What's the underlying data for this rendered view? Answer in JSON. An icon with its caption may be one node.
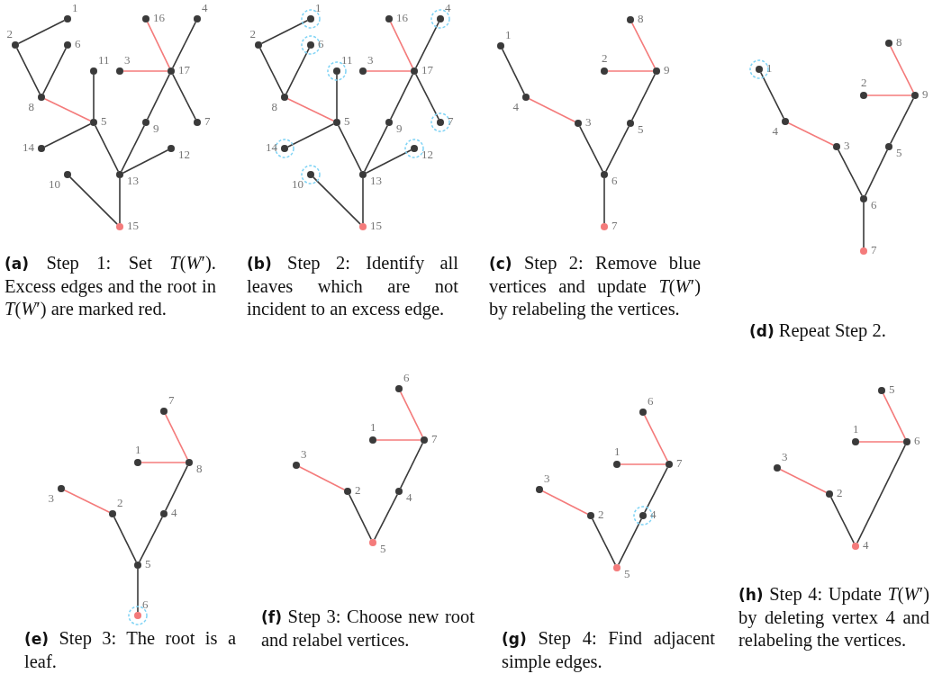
{
  "diagram": {
    "nodes": [
      {
        "text": [],
        "shape": "circle",
        "beside": [
          "1"
        ]
      },
      {
        "text": [],
        "shape": "circle",
        "beside": [
          "2"
        ]
      },
      {
        "text": [],
        "shape": "circle",
        "beside": [
          "3"
        ]
      },
      {
        "text": [],
        "shape": "circle",
        "beside": [
          "4"
        ]
      },
      {
        "text": [],
        "shape": "circle",
        "beside": [
          "5"
        ]
      },
      {
        "text": [],
        "shape": "circle",
        "beside": [
          "6"
        ]
      },
      {
        "text": [],
        "shape": "circle",
        "beside": [
          "7"
        ]
      },
      {
        "text": [],
        "shape": "circle",
        "beside": [
          "8"
        ]
      },
      {
        "text": [],
        "shape": "circle",
        "beside": [
          "9"
        ]
      },
      {
        "text": [],
        "shape": "circle",
        "beside": [
          "10"
        ]
      },
      {
        "text": [],
        "shape": "circle",
        "beside": [
          "11"
        ]
      },
      {
        "text": [],
        "shape": "circle",
        "beside": [
          "12"
        ]
      },
      {
        "text": [],
        "shape": "circle",
        "beside": [
          "13"
        ]
      },
      {
        "text": [],
        "shape": "circle",
        "beside": [
          "14"
        ]
      },
      {
        "text": [],
        "shape": "circle",
        "beside": [
          "15"
        ]
      },
      {
        "text": [],
        "shape": "circle",
        "beside": [
          "16"
        ]
      },
      {
        "text": [],
        "shape": "circle",
        "beside": [
          "17"
        ]
      },
      {
        "text": [],
        "shape": "circle",
        "beside": [
          "1"
        ]
      },
      {
        "text": [],
        "shape": "circle",
        "beside": [
          "2"
        ]
      },
      {
        "text": [],
        "shape": "circle",
        "beside": [
          "3"
        ]
      },
      {
        "text": [],
        "shape": "circle",
        "beside": [
          "4"
        ]
      },
      {
        "text": [],
        "shape": "circle",
        "beside": [
          "5"
        ]
      },
      {
        "text": [],
        "shape": "circle",
        "beside": [
          "6"
        ]
      },
      {
        "text": [],
        "shape": "circle",
        "beside": [
          "7"
        ]
      },
      {
        "text": [],
        "shape": "circle",
        "beside": [
          "8"
        ]
      },
      {
        "text": [],
        "shape": "circle",
        "beside": [
          "9"
        ]
      },
      {
        "text": [],
        "shape": "circle",
        "beside": [
          "10"
        ]
      },
      {
        "text": [],
        "shape": "circle",
        "beside": [
          "11"
        ]
      },
      {
        "text": [],
        "shape": "circle",
        "beside": [
          "12"
        ]
      },
      {
        "text": [],
        "shape": "circle",
        "beside": [
          "13"
        ]
      },
      {
        "text": [],
        "shape": "circle",
        "beside": [
          "14"
        ]
      },
      {
        "text": [],
        "shape": "circle",
        "beside": [
          "15"
        ]
      },
      {
        "text": [],
        "shape": "circle",
        "beside": [
          "16"
        ]
      },
      {
        "text": [],
        "shape": "circle",
        "beside": [
          "17"
        ]
      },
      {
        "text": [],
        "shape": "circle",
        "beside": [
          "1"
        ]
      },
      {
        "text": [],
        "shape": "circle",
        "beside": [
          "2"
        ]
      },
      {
        "text": [],
        "shape": "circle",
        "beside": [
          "3"
        ]
      },
      {
        "text": [],
        "shape": "circle",
        "beside": [
          "4"
        ]
      },
      {
        "text": [],
        "shape": "circle",
        "beside": [
          "5"
        ]
      },
      {
        "text": [],
        "shape": "circle",
        "beside": [
          "6"
        ]
      },
      {
        "text": [],
        "shape": "circle",
        "beside": [
          "7"
        ]
      },
      {
        "text": [],
        "shape": "circle",
        "beside": [
          "8"
        ]
      },
      {
        "text": [],
        "shape": "circle",
        "beside": [
          "9"
        ]
      },
      {
        "text": [],
        "shape": "circle",
        "beside": [
          "1"
        ]
      },
      {
        "text": [],
        "shape": "circle",
        "beside": [
          "2"
        ]
      },
      {
        "text": [],
        "shape": "circle",
        "beside": [
          "3"
        ]
      },
      {
        "text": [],
        "shape": "circle",
        "beside": [
          "4"
        ]
      },
      {
        "text": [],
        "shape": "circle",
        "beside": [
          "5"
        ]
      },
      {
        "text": [],
        "shape": "circle",
        "beside": [
          "6"
        ]
      },
      {
        "text": [],
        "shape": "circle",
        "beside": [
          "7"
        ]
      },
      {
        "text": [],
        "shape": "circle",
        "beside": [
          "8"
        ]
      },
      {
        "text": [],
        "shape": "circle",
        "beside": [
          "9"
        ]
      },
      {
        "text": [],
        "shape": "circle",
        "beside": [
          "1"
        ]
      },
      {
        "text": [],
        "shape": "circle",
        "beside": [
          "2"
        ]
      },
      {
        "text": [],
        "shape": "circle",
        "beside": [
          "3"
        ]
      },
      {
        "text": [],
        "shape": "circle",
        "beside": [
          "4"
        ]
      },
      {
        "text": [],
        "shape": "circle",
        "beside": [
          "5"
        ]
      },
      {
        "text": [],
        "shape": "circle",
        "beside": [
          "6"
        ]
      },
      {
        "text": [],
        "shape": "circle",
        "beside": [
          "7"
        ]
      },
      {
        "text": [],
        "shape": "circle",
        "beside": [
          "8"
        ]
      },
      {
        "text": [],
        "shape": "circle",
        "beside": [
          "1"
        ]
      },
      {
        "text": [],
        "shape": "circle",
        "beside": [
          "2"
        ]
      },
      {
        "text": [],
        "shape": "circle",
        "beside": [
          "3"
        ]
      },
      {
        "text": [],
        "shape": "circle",
        "beside": [
          "4"
        ]
      },
      {
        "text": [],
        "shape": "circle",
        "beside": [
          "5"
        ]
      },
      {
        "text": [],
        "shape": "circle",
        "beside": [
          "6"
        ]
      },
      {
        "text": [],
        "shape": "circle",
        "beside": [
          "7"
        ]
      },
      {
        "text": [],
        "shape": "circle",
        "beside": [
          "1"
        ]
      },
      {
        "text": [],
        "shape": "circle",
        "beside": [
          "2"
        ]
      },
      {
        "text": [],
        "shape": "circle",
        "beside": [
          "3"
        ]
      },
      {
        "text": [],
        "shape": "circle",
        "beside": [
          "4"
        ]
      },
      {
        "text": [],
        "shape": "circle",
        "beside": [
          "5"
        ]
      },
      {
        "text": [],
        "shape": "circle",
        "beside": [
          "6"
        ]
      },
      {
        "text": [],
        "shape": "circle",
        "beside": [
          "7"
        ]
      },
      {
        "text": [],
        "shape": "circle",
        "beside": [
          "1"
        ]
      },
      {
        "text": [],
        "shape": "circle",
        "beside": [
          "2"
        ]
      },
      {
        "text": [],
        "shape": "circle",
        "beside": [
          "3"
        ]
      },
      {
        "text": [],
        "shape": "circle",
        "beside": [
          "4"
        ]
      },
      {
        "text": [],
        "shape": "circle",
        "beside": [
          "5"
        ]
      },
      {
        "text": [],
        "shape": "circle",
        "beside": [
          "6"
        ]
      }
    ],
    "edges": [
      {
        "from": 0,
        "to": 1,
        "arrow": "none"
      },
      {
        "from": 1,
        "to": 7,
        "arrow": "none"
      },
      {
        "from": 7,
        "to": 5,
        "arrow": "none"
      },
      {
        "from": 7,
        "to": 4,
        "arrow": "none",
        "color": "#f47b7b"
      },
      {
        "from": 10,
        "to": 4,
        "arrow": "none"
      },
      {
        "from": 4,
        "to": 13,
        "arrow": "none"
      },
      {
        "from": 4,
        "to": 12,
        "arrow": "none"
      },
      {
        "from": 12,
        "to": 8,
        "arrow": "none"
      },
      {
        "from": 8,
        "to": 16,
        "arrow": "none"
      },
      {
        "from": 16,
        "to": 3,
        "arrow": "none"
      },
      {
        "from": 16,
        "to": 6,
        "arrow": "none"
      },
      {
        "from": 16,
        "to": 15,
        "arrow": "none",
        "color": "#f47b7b"
      },
      {
        "from": 16,
        "to": 2,
        "arrow": "none",
        "color": "#f47b7b"
      },
      {
        "from": 12,
        "to": 11,
        "arrow": "none"
      },
      {
        "from": 12,
        "to": 14,
        "arrow": "none"
      },
      {
        "from": 9,
        "to": 14,
        "arrow": "none"
      },
      {
        "from": 17,
        "to": 18,
        "arrow": "none"
      },
      {
        "from": 18,
        "to": 24,
        "arrow": "none"
      },
      {
        "from": 24,
        "to": 22,
        "arrow": "none"
      },
      {
        "from": 24,
        "to": 21,
        "arrow": "none",
        "color": "#f47b7b"
      },
      {
        "from": 27,
        "to": 21,
        "arrow": "none"
      },
      {
        "from": 21,
        "to": 30,
        "arrow": "none"
      },
      {
        "from": 21,
        "to": 29,
        "arrow": "none"
      },
      {
        "from": 29,
        "to": 25,
        "arrow": "none"
      },
      {
        "from": 25,
        "to": 33,
        "arrow": "none"
      },
      {
        "from": 33,
        "to": 20,
        "arrow": "none"
      },
      {
        "from": 33,
        "to": 23,
        "arrow": "none"
      },
      {
        "from": 33,
        "to": 32,
        "arrow": "none",
        "color": "#f47b7b"
      },
      {
        "from": 33,
        "to": 19,
        "arrow": "none",
        "color": "#f47b7b"
      },
      {
        "from": 29,
        "to": 28,
        "arrow": "none"
      },
      {
        "from": 29,
        "to": 31,
        "arrow": "none"
      },
      {
        "from": 26,
        "to": 31,
        "arrow": "none"
      },
      {
        "from": 34,
        "to": 37,
        "arrow": "none"
      },
      {
        "from": 37,
        "to": 36,
        "arrow": "none",
        "color": "#f47b7b"
      },
      {
        "from": 36,
        "to": 39,
        "arrow": "none"
      },
      {
        "from": 39,
        "to": 38,
        "arrow": "none"
      },
      {
        "from": 38,
        "to": 42,
        "arrow": "none"
      },
      {
        "from": 42,
        "to": 35,
        "arrow": "none",
        "color": "#f47b7b"
      },
      {
        "from": 42,
        "to": 41,
        "arrow": "none",
        "color": "#f47b7b"
      },
      {
        "from": 39,
        "to": 40,
        "arrow": "none"
      },
      {
        "from": 43,
        "to": 46,
        "arrow": "none"
      },
      {
        "from": 46,
        "to": 45,
        "arrow": "none",
        "color": "#f47b7b"
      },
      {
        "from": 45,
        "to": 48,
        "arrow": "none"
      },
      {
        "from": 48,
        "to": 47,
        "arrow": "none"
      },
      {
        "from": 47,
        "to": 51,
        "arrow": "none"
      },
      {
        "from": 51,
        "to": 44,
        "arrow": "none",
        "color": "#f47b7b"
      },
      {
        "from": 51,
        "to": 50,
        "arrow": "none",
        "color": "#f47b7b"
      },
      {
        "from": 48,
        "to": 49,
        "arrow": "none"
      },
      {
        "from": 58,
        "to": 59,
        "arrow": "none",
        "color": "#f47b7b"
      },
      {
        "from": 52,
        "to": 59,
        "arrow": "none",
        "color": "#f47b7b"
      },
      {
        "from": 54,
        "to": 53,
        "arrow": "none",
        "color": "#f47b7b"
      },
      {
        "from": 53,
        "to": 56,
        "arrow": "none"
      },
      {
        "from": 56,
        "to": 55,
        "arrow": "none"
      },
      {
        "from": 55,
        "to": 59,
        "arrow": "none"
      },
      {
        "from": 56,
        "to": 57,
        "arrow": "none"
      },
      {
        "from": 65,
        "to": 66,
        "arrow": "none",
        "color": "#f47b7b"
      },
      {
        "from": 60,
        "to": 66,
        "arrow": "none",
        "color": "#f47b7b"
      },
      {
        "from": 62,
        "to": 61,
        "arrow": "none",
        "color": "#f47b7b"
      },
      {
        "from": 61,
        "to": 64,
        "arrow": "none"
      },
      {
        "from": 64,
        "to": 63,
        "arrow": "none"
      },
      {
        "from": 63,
        "to": 66,
        "arrow": "none"
      },
      {
        "from": 72,
        "to": 73,
        "arrow": "none",
        "color": "#f47b7b"
      },
      {
        "from": 67,
        "to": 73,
        "arrow": "none",
        "color": "#f47b7b"
      },
      {
        "from": 69,
        "to": 68,
        "arrow": "none",
        "color": "#f47b7b"
      },
      {
        "from": 68,
        "to": 71,
        "arrow": "none"
      },
      {
        "from": 71,
        "to": 70,
        "arrow": "none"
      },
      {
        "from": 70,
        "to": 73,
        "arrow": "none"
      },
      {
        "from": 78,
        "to": 79,
        "arrow": "none",
        "color": "#f47b7b"
      },
      {
        "from": 74,
        "to": 79,
        "arrow": "none",
        "color": "#f47b7b"
      },
      {
        "from": 76,
        "to": 75,
        "arrow": "none",
        "color": "#f47b7b"
      },
      {
        "from": 75,
        "to": 77,
        "arrow": "none"
      },
      {
        "from": 77,
        "to": 79,
        "arrow": "none"
      }
    ],
    "labels": [
      "**(a)** Step 1: Set *T*(*W*′). Excess edges and the root in *T*(*W*′) are marked red.",
      "**(b)** Step 2: Identify all leaves which are not incident to an excess edge.",
      "**(c)** Step 2: Remove blue vertices and update *T*(*W*′) by relabeling the vertices.",
      "**(d)** Repeat Step 2.",
      "**(e)** Step 3: The root is a leaf.",
      "**(f)** Step 3: Choose new root and relabel vertices.",
      "**(g)** Step 4: Find adjacent simple edges.",
      "**(h)** Step 4: Update *T*(*W*′) by deleting vertex 4 and relabeling the vertices."
    ]
  }
}
